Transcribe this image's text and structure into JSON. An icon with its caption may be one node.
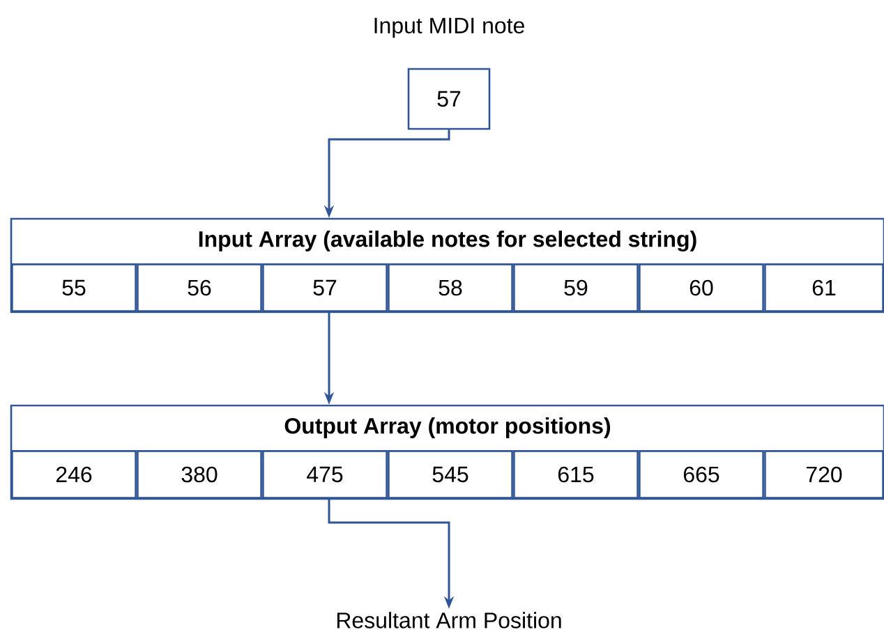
{
  "diagram": {
    "nodes": [
      {
        "text": [
          "Input MIDI note",
          "57"
        ]
      },
      {
        "text": [
          "Input Array (available notes for selected string)"
        ]
      },
      {
        "text": [
          "55"
        ],
        "in": 1
      },
      {
        "text": [
          "56"
        ],
        "in": 1
      },
      {
        "text": [
          "57"
        ],
        "in": 1
      },
      {
        "text": [
          "58"
        ],
        "in": 1
      },
      {
        "text": [
          "59"
        ],
        "in": 1
      },
      {
        "text": [
          "60"
        ],
        "in": 1
      },
      {
        "text": [
          "61"
        ],
        "in": 1
      },
      {
        "text": [
          "Output Array (motor positions)"
        ]
      },
      {
        "text": [
          "246"
        ],
        "in": 9
      },
      {
        "text": [
          "380"
        ],
        "in": 9
      },
      {
        "text": [
          "475"
        ],
        "in": 9
      },
      {
        "text": [
          "545"
        ],
        "in": 9
      },
      {
        "text": [
          "615"
        ],
        "in": 9
      },
      {
        "text": [
          "665"
        ],
        "in": 9
      },
      {
        "text": [
          "720"
        ],
        "in": 9
      },
      {
        "text": [
          "Resultant Arm Position"
        ]
      }
    ],
    "edges": [
      {
        "from": 0,
        "to": 1,
        "arrow": "to"
      },
      {
        "from": 4,
        "to": 9,
        "arrow": "to"
      },
      {
        "from": 12,
        "to": 17,
        "arrow": "to"
      }
    ]
  }
}
